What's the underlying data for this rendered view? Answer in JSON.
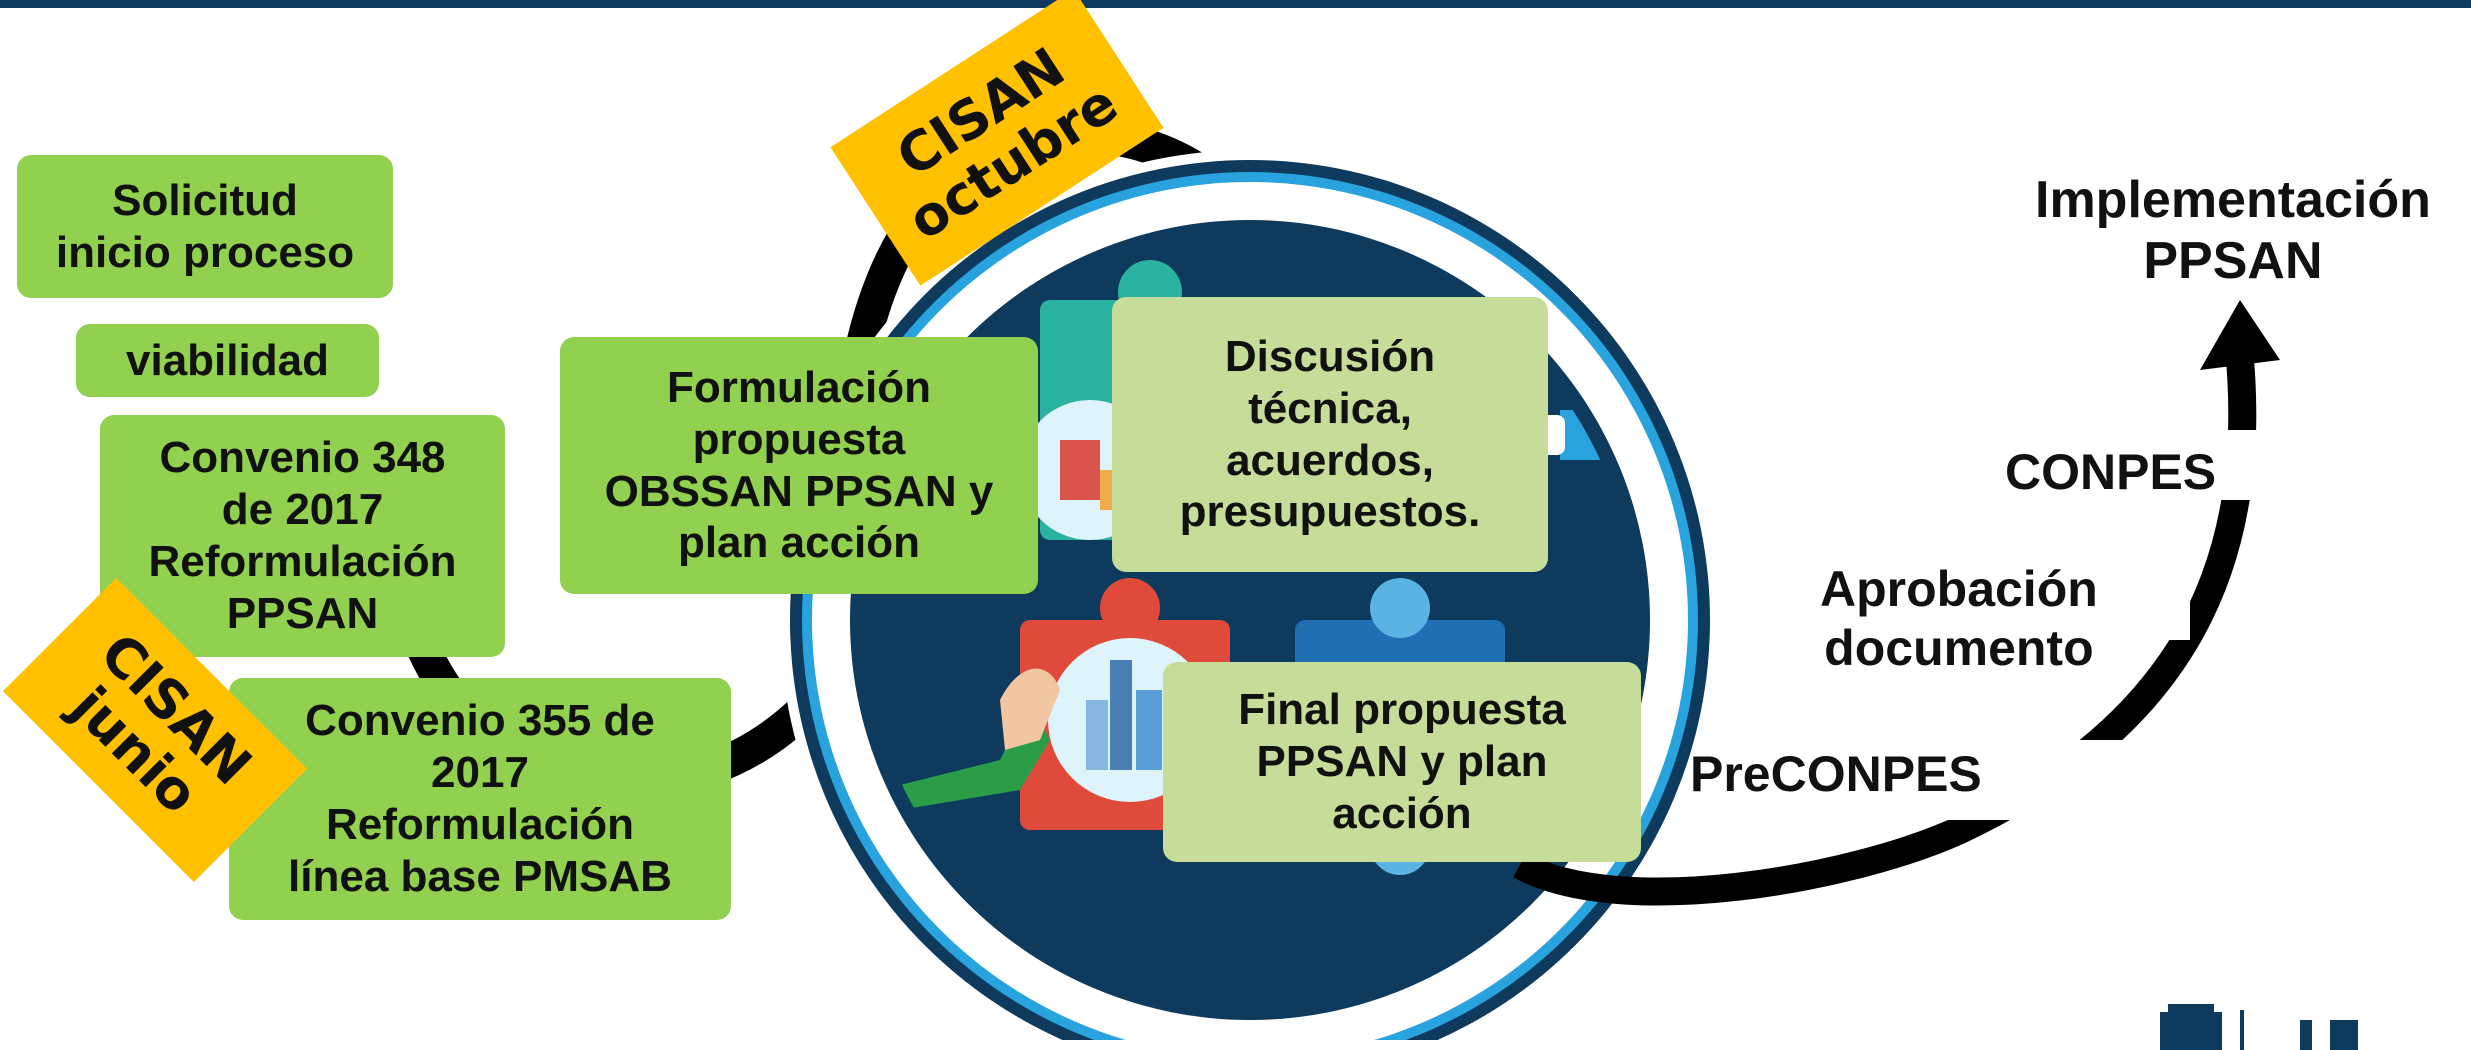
{
  "colors": {
    "green_box": "#92d050",
    "sage_box": "#c5dd99",
    "tag": "#ffc000",
    "navy": "#0e3a5d",
    "ring": "#29a3dd",
    "arrow": "#000000"
  },
  "boxes": {
    "solicitud": "Solicitud\ninicio proceso",
    "viabilidad": "viabilidad",
    "convenio348": "Convenio 348\nde 2017\nReformulación\nPPSAN",
    "convenio355": "Convenio 355 de\n2017\nReformulación\nlínea base PMSAB",
    "formulacion": "Formulación\npropuesta\nOBSSAN PPSAN y\nplan acción",
    "discusion": "Discusión\ntécnica,\nacuerdos,\npresupuestos.",
    "final": "Final propuesta\nPPSAN y plan\nacción"
  },
  "tags": {
    "cisan_octubre": "CISAN\noctubre",
    "cisan_junio": "CISAN\njunio"
  },
  "steps": {
    "preconpes": "PreCONPES",
    "aprobacion": "Aprobación\ndocumento",
    "conpes": "CONPES",
    "implementacion": "Implementación\nPPSAN"
  },
  "icons": {
    "puzzle": "puzzle-illustration-icon",
    "logo": "bogota-shield-logo-icon"
  }
}
